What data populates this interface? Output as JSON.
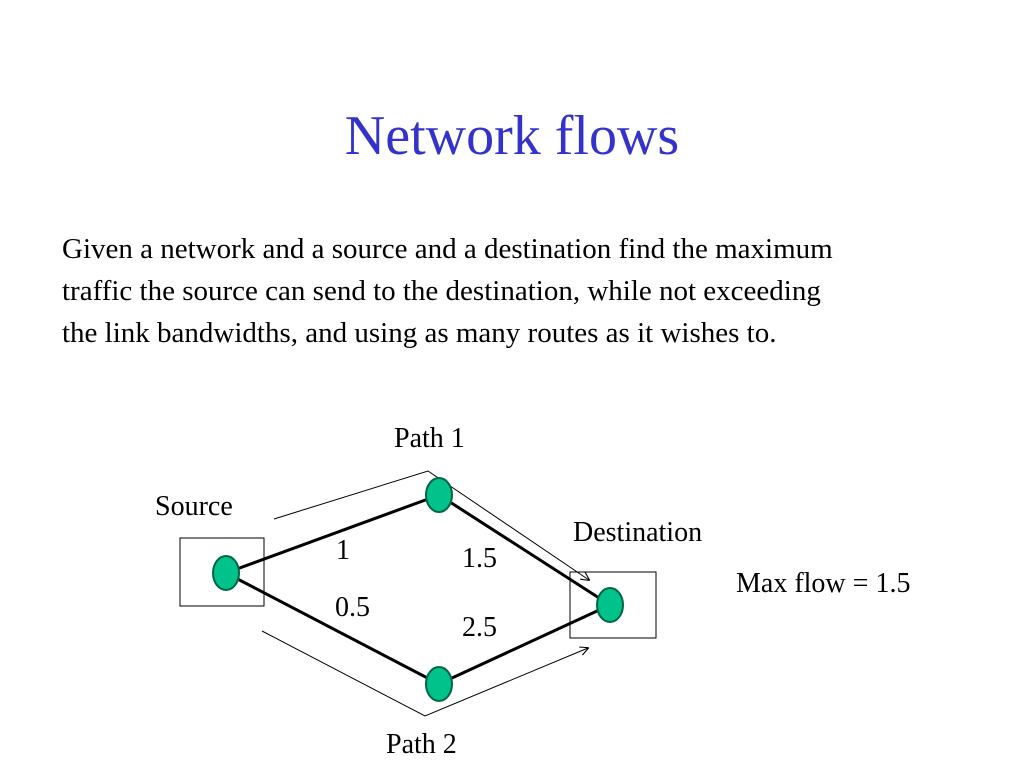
{
  "title": "Network flows",
  "body_lines": [
    "Given a network and a source and a destination find the maximum",
    "traffic the source can send to the destination, while not exceeding",
    "the link bandwidths, and using as many routes as it wishes to."
  ],
  "diagram": {
    "labels": {
      "source": "Source",
      "destination": "Destination",
      "path1": "Path 1",
      "path2": "Path 2",
      "max_flow": "Max flow = 1.5"
    },
    "edge_labels": {
      "source_to_top": "1",
      "top_to_destination": "1.5",
      "source_to_bottom": "0.5",
      "bottom_to_destination": "2.5"
    }
  },
  "colors": {
    "title": "#3333cc",
    "node_fill": "#00c28a",
    "node_stroke": "#006644",
    "edge": "#000000"
  }
}
